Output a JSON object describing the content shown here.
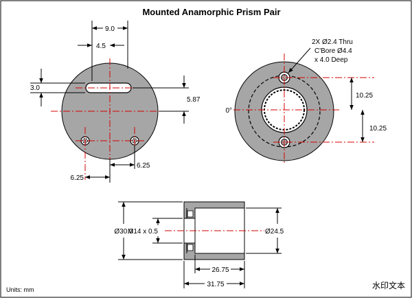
{
  "title": "Mounted Anamorphic Prism Pair",
  "units": "Units: mm",
  "watermark": "水印文本",
  "front_view": {
    "dim_slot_length": "9.0",
    "dim_slot_half": "4.5",
    "dim_slot_width": "3.0",
    "dim_slot_offset": "5.87",
    "dim_hole_left": "6.25",
    "dim_hole_right": "6.25"
  },
  "side_view": {
    "hole_note": [
      "2X Ø2.4 Thru",
      "C'Bore Ø4.4",
      "x 4.0 Deep"
    ],
    "dim_upper": "10.25",
    "dim_lower": "10.25",
    "angle_label": "0°"
  },
  "section_view": {
    "dim_outer_dia": "Ø30.0",
    "dim_thread": "M14 x 0.5",
    "dim_bore": "Ø24.5",
    "dim_inner_length": "26.75",
    "dim_total_length": "31.75"
  }
}
